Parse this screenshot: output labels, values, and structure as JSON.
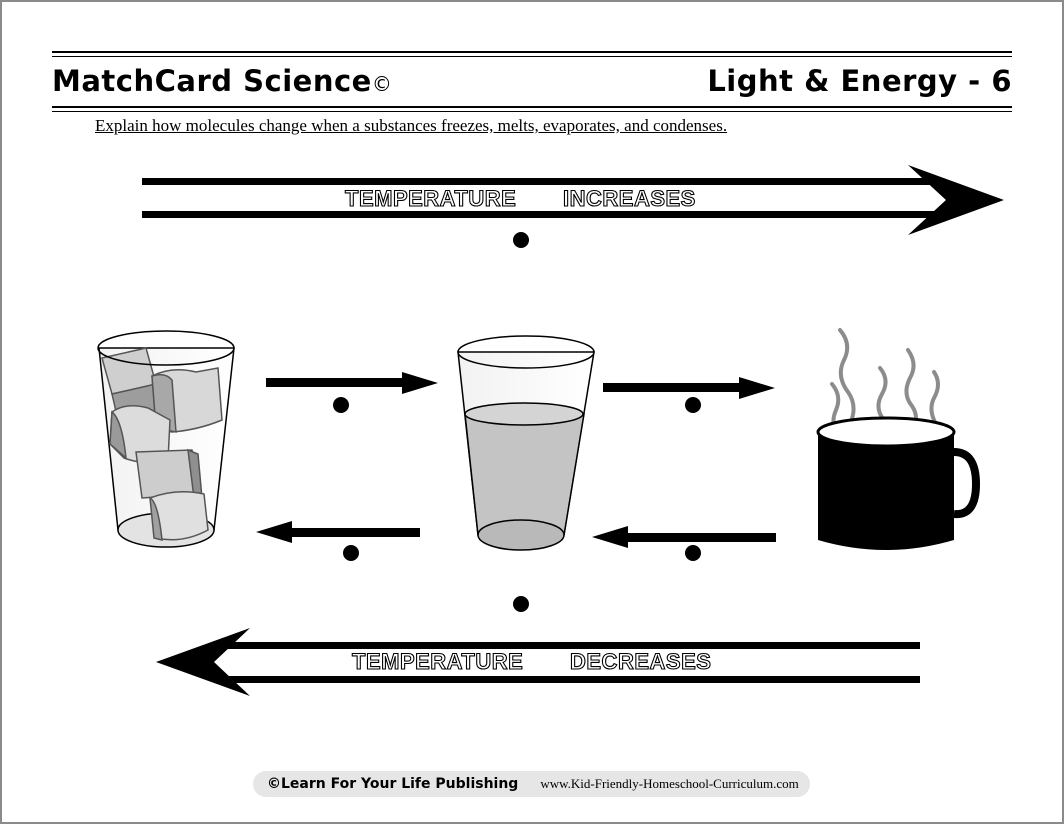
{
  "header": {
    "title": "MatchCard Science",
    "copyright_symbol": "©",
    "subject": "Light & Energy - 6"
  },
  "instruction": "Explain how molecules change when a substances freezes, melts, evaporates, and condenses.",
  "diagram": {
    "top_arrow_label_1": "TEMPERATURE",
    "top_arrow_label_2": "INCREASES",
    "bottom_arrow_label_1": "TEMPERATURE",
    "bottom_arrow_label_2": "DECREASES",
    "icons": {
      "ice": "glass-of-ice-icon",
      "water": "glass-of-water-icon",
      "steam": "steaming-mug-icon"
    }
  },
  "footer": {
    "publisher": "©Learn For Your Life Publishing",
    "url": "www.Kid-Friendly-Homeschool-Curriculum.com"
  }
}
